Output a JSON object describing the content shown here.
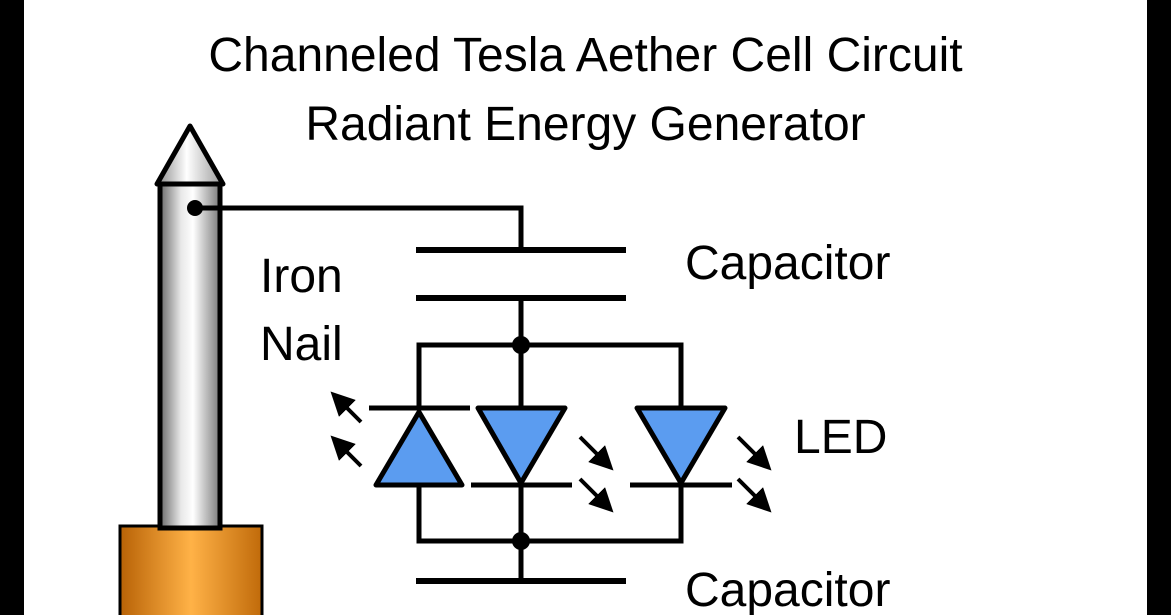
{
  "title": {
    "line1": "Channeled Tesla Aether Cell Circuit",
    "line2": "Radiant Energy Generator"
  },
  "labels": {
    "capacitor_top": "Capacitor",
    "iron": "Iron",
    "nail": "Nail",
    "led": "LED",
    "capacitor_bottom": "Capacitor"
  },
  "colors": {
    "frame": "#000000",
    "background": "#ffffff",
    "led_fill": "#5b9cf0",
    "wire": "#000000",
    "nail_base_orange": "#ee8d16"
  },
  "components": [
    {
      "type": "nail",
      "name": "iron-nail"
    },
    {
      "type": "capacitor",
      "name": "capacitor-top"
    },
    {
      "type": "led",
      "name": "led-left",
      "direction": "up"
    },
    {
      "type": "led",
      "name": "led-center",
      "direction": "down"
    },
    {
      "type": "led",
      "name": "led-right",
      "direction": "down"
    },
    {
      "type": "capacitor",
      "name": "capacitor-bottom"
    }
  ]
}
